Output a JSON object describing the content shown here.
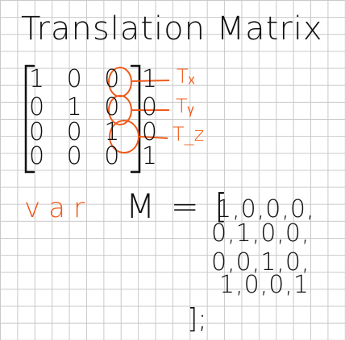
{
  "title": "Translation Matrix",
  "matrix": {
    "rows": [
      "1 0 0 1",
      "0 1 0 0",
      "0 0 1 0",
      "0 0 0 1"
    ]
  },
  "annotations": {
    "tx": "Tₓ",
    "ty": "Tᵧ",
    "tz": "T_z"
  },
  "code": {
    "keyword": "var",
    "lhs": "M = [",
    "rows": [
      "1,0,0,0,",
      "0,1,0,0,",
      "0,0,1,0,",
      "1,0,0,1"
    ],
    "end": "];"
  },
  "colors": {
    "ink": "#111111",
    "highlight": "#f05a1a",
    "grid": "#c9c9c9"
  }
}
